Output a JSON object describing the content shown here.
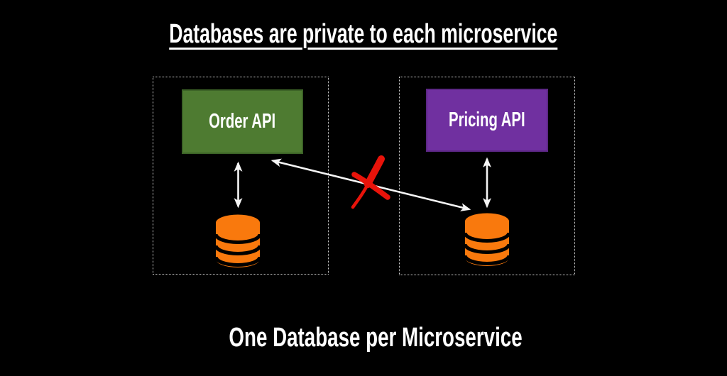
{
  "slide": {
    "title": "Databases are private to each microservice",
    "caption": "One Database per Microservice"
  },
  "services": [
    {
      "label": "Order API",
      "box_color": "#4e7b31",
      "box_border": "#3c6327",
      "database_icon": "database-cylinder-icon"
    },
    {
      "label": "Pricing API",
      "box_color": "#7030a0",
      "box_border": "#5c2785",
      "database_icon": "database-cylinder-icon"
    }
  ],
  "connections": [
    {
      "name": "order-api-to-order-db",
      "type": "double-headed-arrow"
    },
    {
      "name": "pricing-api-to-pricing-db",
      "type": "double-headed-arrow"
    },
    {
      "name": "order-api-to-pricing-db",
      "type": "double-headed-arrow",
      "status": "crossed-out"
    }
  ],
  "colors": {
    "background": "#000000",
    "database_orange": "#f9790d",
    "cross_red": "#e8130a",
    "arrow": "#f5f5f5",
    "boundary": "#cfcfcf",
    "text": "#ffffff"
  }
}
